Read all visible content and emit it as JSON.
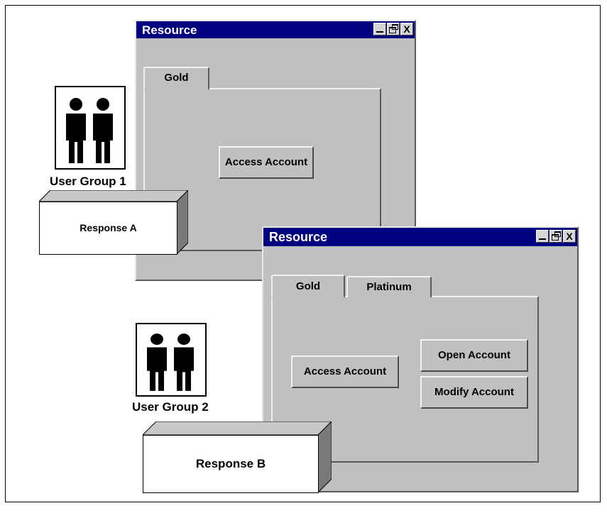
{
  "window_back": {
    "title": "Resource",
    "tabs": [
      {
        "label": "Gold"
      }
    ],
    "buttons": {
      "access": "Access Account"
    },
    "controls": {
      "close": "X"
    }
  },
  "window_front": {
    "title": "Resource",
    "tabs": [
      {
        "label": "Gold"
      },
      {
        "label": "Platinum"
      }
    ],
    "buttons": {
      "access": "Access Account",
      "open": "Open Account",
      "modify": "Modify Account"
    },
    "controls": {
      "close": "X"
    }
  },
  "user_groups": [
    {
      "label": "User Group 1",
      "icon": "two-people-icon"
    },
    {
      "label": "User Group 2",
      "icon": "two-people-icon"
    }
  ],
  "responses": [
    {
      "label": "Response  A"
    },
    {
      "label": "Response  B"
    }
  ],
  "colors": {
    "titlebar": "#000080",
    "window": "#c0c0c0"
  }
}
